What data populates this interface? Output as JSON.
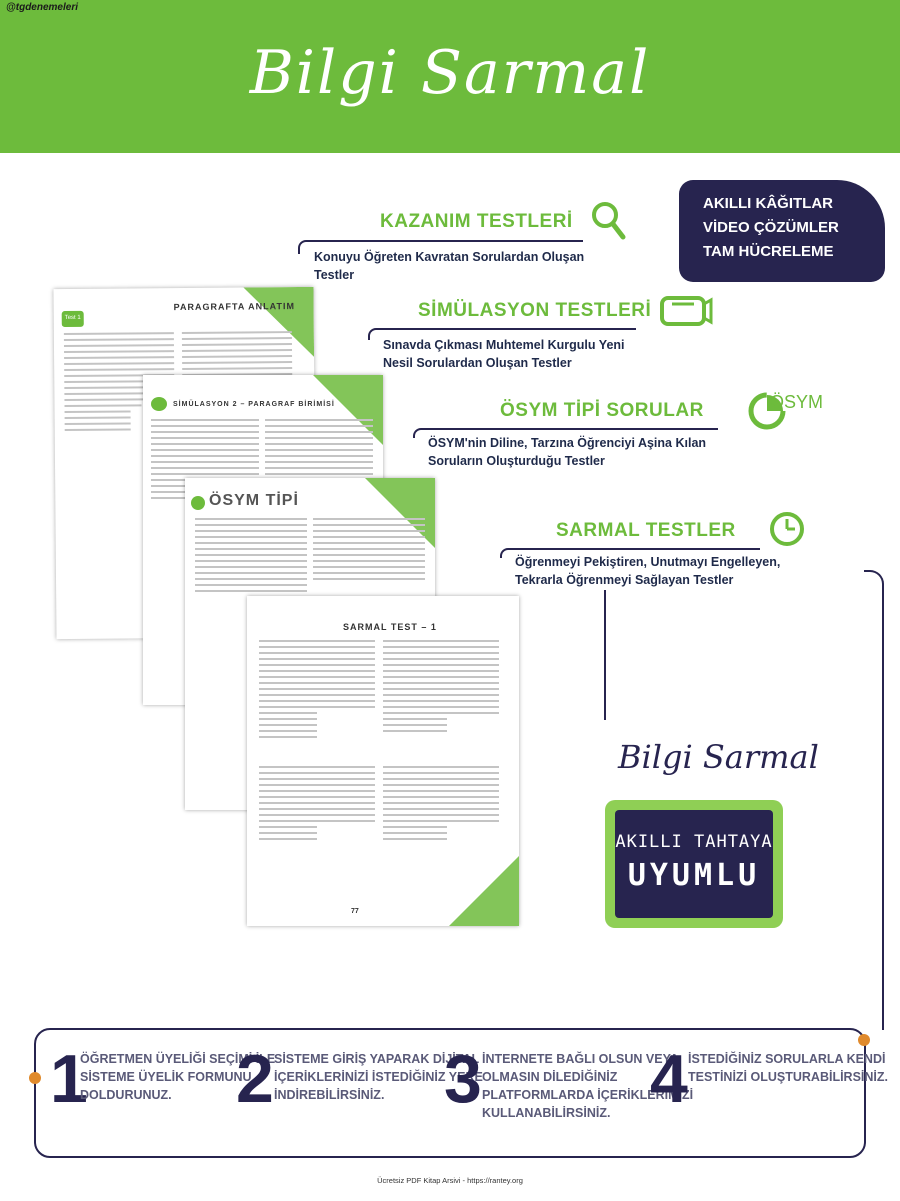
{
  "header": {
    "watermark": "@tgdenemeleri",
    "brand": "Bilgi Sarmal"
  },
  "badge": {
    "line1": "AKILLI KÂĞITLAR",
    "line2": "VİDEO ÇÖZÜMLER",
    "line3": "TAM HÜCRELEME"
  },
  "features": [
    {
      "title": "KAZANIM TESTLERİ",
      "desc_1": "Konuyu Öğreten Kavratan Sorulardan Oluşan",
      "desc_2": "Testler"
    },
    {
      "title": "SİMÜLASYON TESTLERİ",
      "desc_1": "Sınavda Çıkması Muhtemel Kurgulu Yeni",
      "desc_2": "Nesil Sorulardan Oluşan Testler"
    },
    {
      "title": "ÖSYM TİPİ SORULAR",
      "desc_1": "ÖSYM'nin Diline, Tarzına Öğrenciyi Aşina Kılan",
      "desc_2": "Soruların Oluşturduğu Testler",
      "logo_text": "ÖSYM"
    },
    {
      "title": "SARMAL TESTLER",
      "desc_1": "Öğrenmeyi Pekiştiren, Unutmayı Engelleyen,",
      "desc_2": "Tekrarla Öğrenmeyi Sağlayan Testler"
    }
  ],
  "sheets": [
    {
      "title": "PARAGRAFTA ANLATIM",
      "tab": "Test 1"
    },
    {
      "title": "SİMÜLASYON 2 – PARAGRAF BİRİMİSİ"
    },
    {
      "title": "ÖSYM TİPİ"
    },
    {
      "title": "SARMAL TEST – 1",
      "page": "77"
    }
  ],
  "smartboard": {
    "script": "Bilgi Sarmal",
    "line1": "AKILLI TAHTAYA",
    "line2": "UYUMLU"
  },
  "steps": [
    {
      "num": "1",
      "l1": "ÖĞRETMEN ÜYELİĞİ SEÇİMİ İLE",
      "l2": "SİSTEME ÜYELİK FORMUNU",
      "l3": "DOLDURUNUZ."
    },
    {
      "num": "2",
      "l1": "SİSTEME GİRİŞ YAPARAK DİJİTAL",
      "l2": "İÇERİKLERİNİZİ İSTEDİĞİNİZ YERE",
      "l3": "İNDİREBİLİRSİNİZ."
    },
    {
      "num": "3",
      "l1": "İNTERNETE BAĞLI OLSUN VEYA",
      "l2": "OLMASIN DİLEDİĞİNİZ",
      "l3": "PLATFORMLARDA İÇERİKLERİMİZİ",
      "l4": "KULLANABİLİRSİNİZ."
    },
    {
      "num": "4",
      "l1": "İSTEDİĞİNİZ SORULARLA KENDİ",
      "l2": "TESTİNİZİ OLUŞTURABİLİRSİNİZ."
    }
  ],
  "footer": "Ücretsiz PDF Kitap Arsivi - https://rantey.org",
  "colors": {
    "green": "#6dbb3c",
    "navy": "#27244f"
  }
}
